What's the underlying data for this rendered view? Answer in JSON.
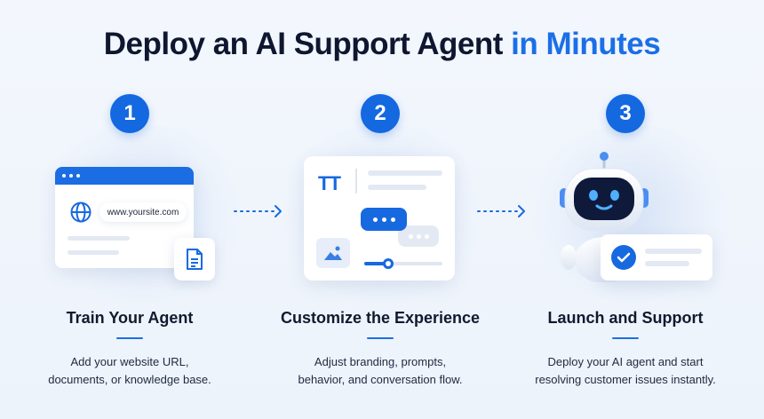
{
  "title": {
    "main": "Deploy an AI Support Agent",
    "accent": "in Minutes"
  },
  "steps": [
    {
      "number": "1",
      "title": "Train Your Agent",
      "desc_line1": "Add your website URL,",
      "desc_line2": "documents, or knowledge base.",
      "url_text": "www.yoursite.com",
      "icons": [
        "globe-icon",
        "document-icon"
      ]
    },
    {
      "number": "2",
      "title": "Customize the Experience",
      "desc_line1": "Adjust branding, prompts,",
      "desc_line2": "behavior, and conversation flow.",
      "text_icon": "TT",
      "icons": [
        "text-style-icon",
        "chat-bubble-icon",
        "image-icon",
        "slider-icon"
      ]
    },
    {
      "number": "3",
      "title": "Launch and Support",
      "desc_line1": "Deploy your AI agent and start",
      "desc_line2": "resolving customer issues instantly.",
      "icons": [
        "robot-icon",
        "checkmark-icon"
      ]
    }
  ],
  "colors": {
    "accent": "#1b6fe6",
    "background": "#f1f5fc",
    "text": "#111a2e"
  }
}
